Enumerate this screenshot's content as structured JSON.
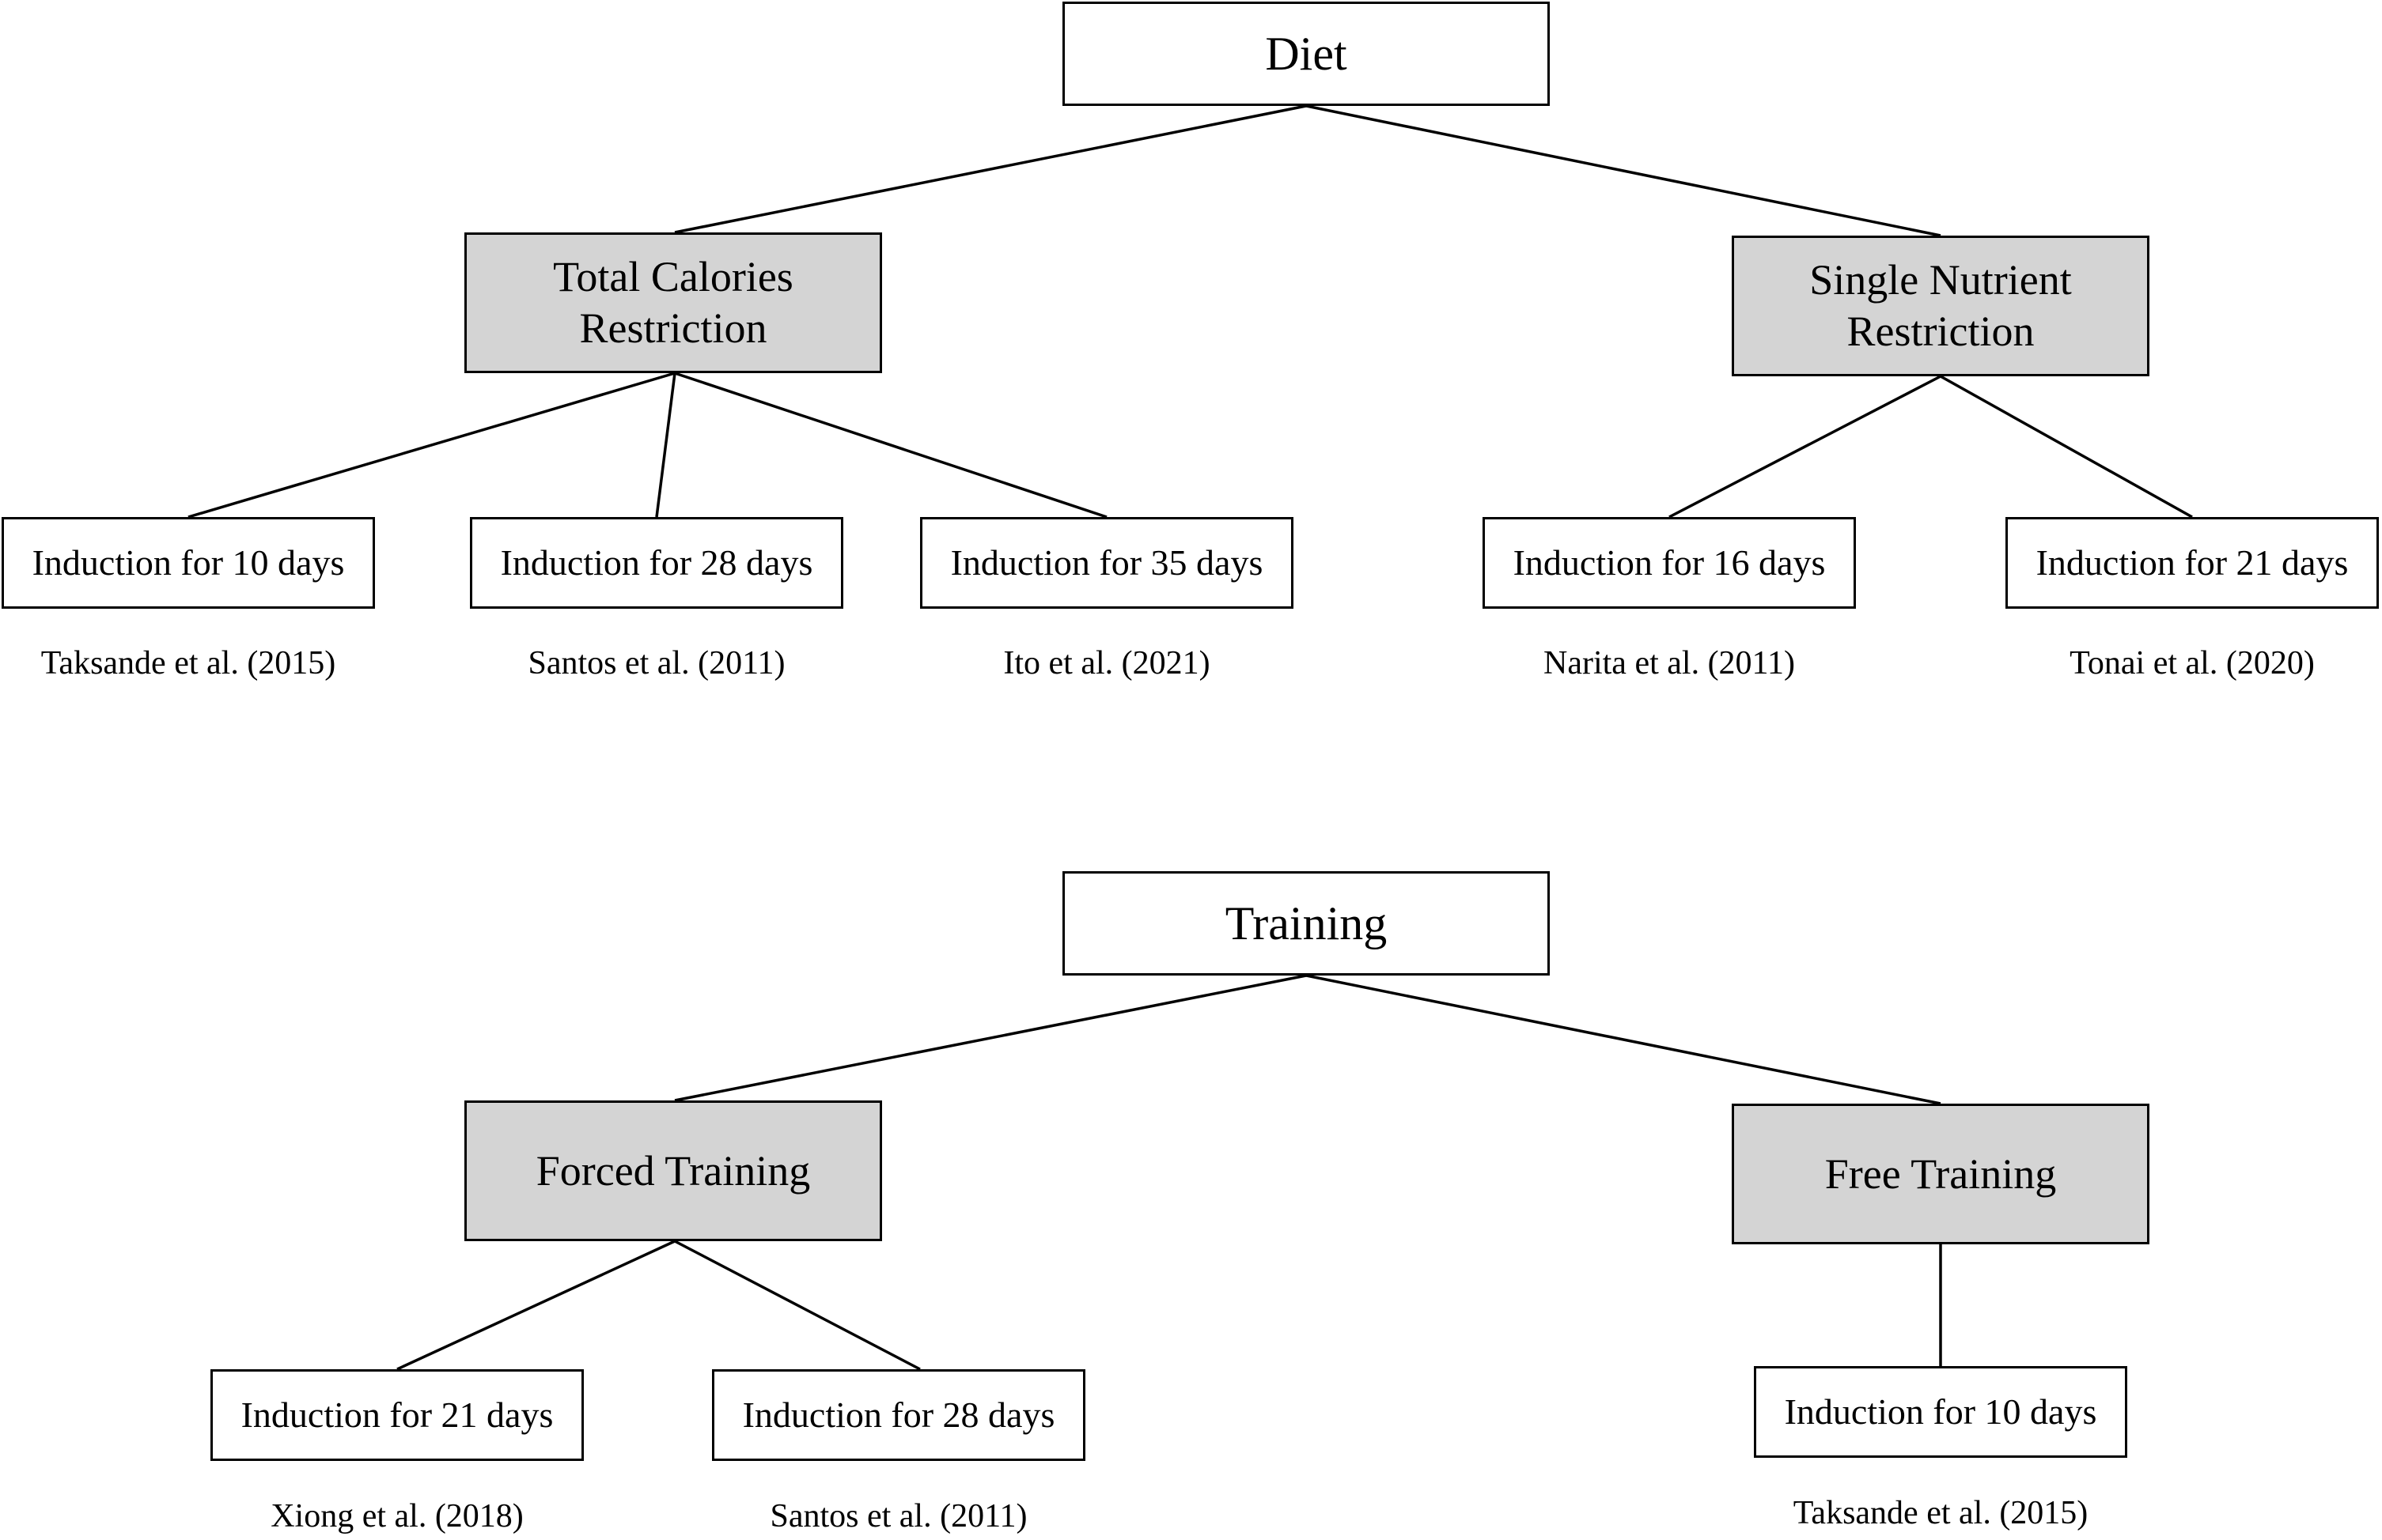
{
  "colors": {
    "root_fill": "#ffffff",
    "category_fill": "#d4d4d4",
    "leaf_fill": "#ffffff",
    "line": "#000000"
  },
  "diet": {
    "root": "Diet",
    "categories": [
      {
        "label": "Total Calories\nRestriction",
        "items": [
          {
            "label": "Induction for 10 days",
            "citation": "Taksande et al. (2015)"
          },
          {
            "label": "Induction for 28 days",
            "citation": "Santos et al. (2011)"
          },
          {
            "label": "Induction for 35 days",
            "citation": "Ito et al. (2021)"
          }
        ]
      },
      {
        "label": "Single Nutrient\nRestriction",
        "items": [
          {
            "label": "Induction for 16 days",
            "citation": "Narita et al. (2011)"
          },
          {
            "label": "Induction for 21 days",
            "citation": "Tonai et al. (2020)"
          }
        ]
      }
    ]
  },
  "training": {
    "root": "Training",
    "categories": [
      {
        "label": "Forced Training",
        "items": [
          {
            "label": "Induction for 21 days",
            "citation": "Xiong et al. (2018)"
          },
          {
            "label": "Induction for 28 days",
            "citation": "Santos et al. (2011)"
          }
        ]
      },
      {
        "label": "Free Training",
        "items": [
          {
            "label": "Induction for 10 days",
            "citation": "Taksande et al. (2015)"
          }
        ]
      }
    ]
  }
}
